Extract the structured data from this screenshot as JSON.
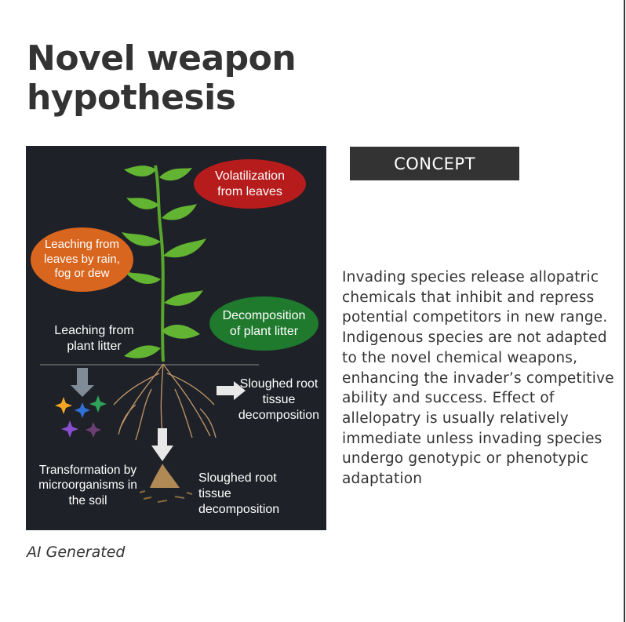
{
  "title": "Novel weapon hypothesis",
  "tag": "CONCEPT",
  "description": "Invading species release allopatric chemicals that inhibit and repress potential competitors in new range. Indigenous species are not adapted to the novel chemical weapons, enhancing the invader’s competitive ability and success. Effect of allelopatry is usually relatively immediate unless invading species undergo genotypic or phenotypic adaptation",
  "caption": "AI Generated",
  "figure": {
    "volatilization": "Volatilization from leaves",
    "leaching_leaves": "Leaching from leaves by rain, fog or dew",
    "decomposition_litter": "Decomposition of plant litter",
    "leaching_litter": "Leaching from plant litter",
    "sloughed_1": "Sloughed root tissue decomposition",
    "transformation": "Transformation by microorganisms in the soil",
    "sloughed_2": "Sloughed root tissue decomposition"
  },
  "colors": {
    "bubble_red": "#b71c1c",
    "bubble_orange": "#d9661f",
    "bubble_green": "#1f7a2e",
    "figure_bg": "#1e2127",
    "tag_bg": "#333333"
  }
}
